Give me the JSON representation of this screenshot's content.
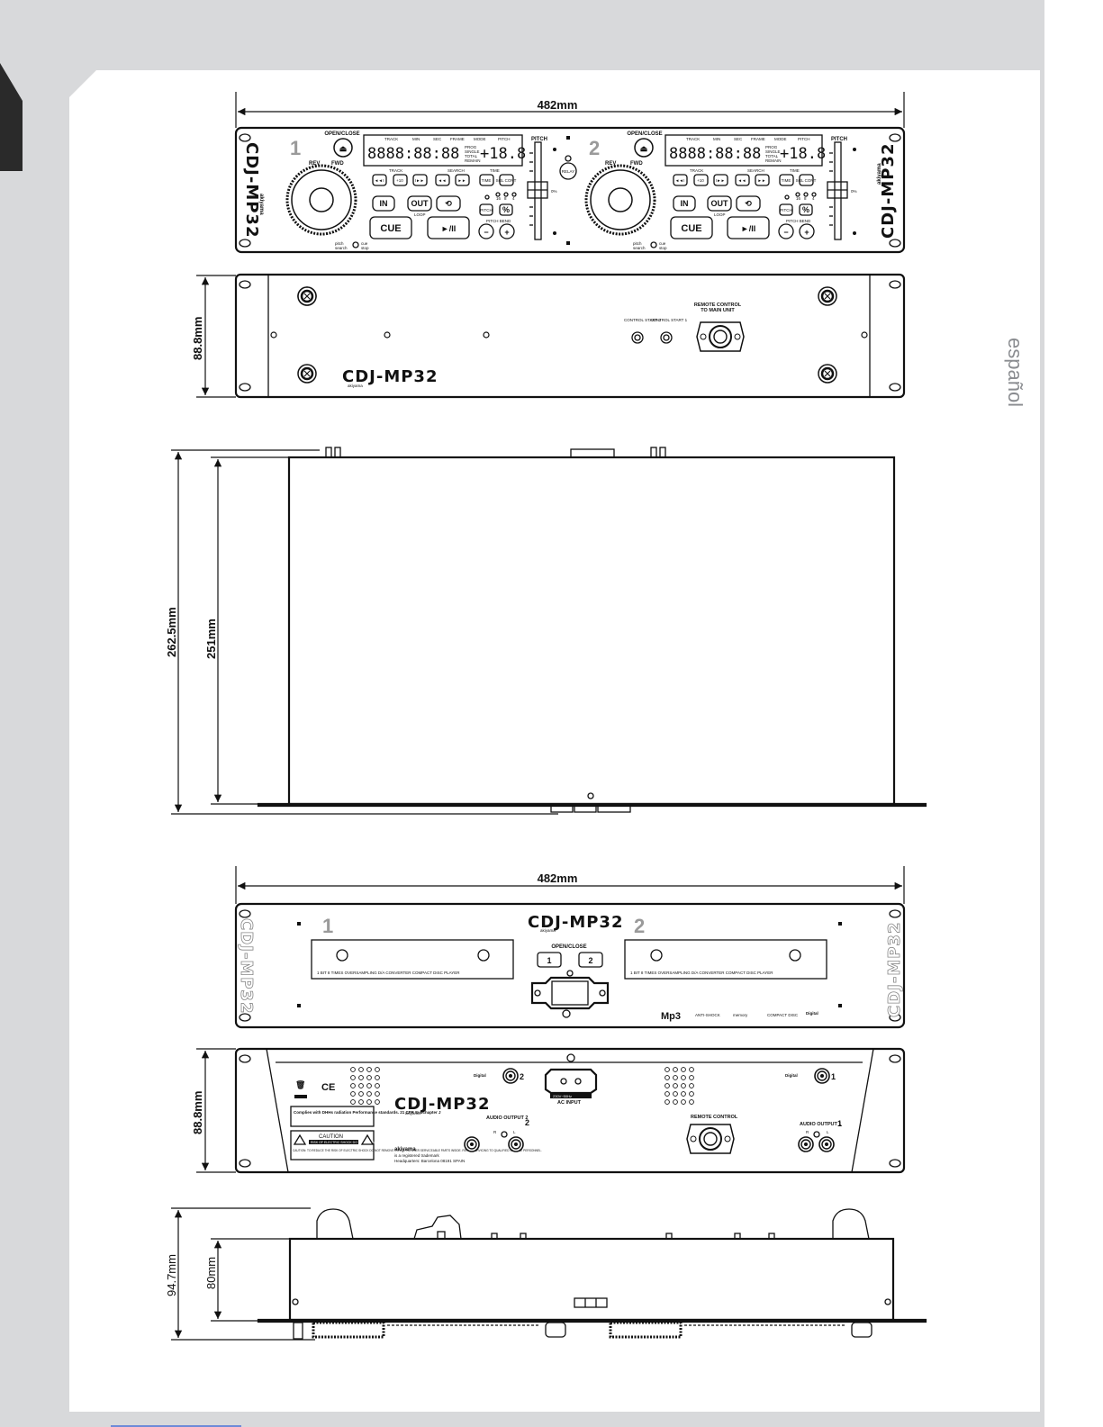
{
  "page": {
    "side_label": "español"
  },
  "dimensions": {
    "front_width": "482mm",
    "rear_width": "482mm",
    "front_height": "88.8mm",
    "rear_height": "88.8mm",
    "depth_total": "262.5mm",
    "depth_body": "251mm",
    "side_total_height": "94.7mm",
    "side_body_height": "80mm"
  },
  "brand": {
    "model": "CDJ-MP32",
    "maker": "akiyama"
  },
  "top_panel": {
    "deck_numbers": [
      "1",
      "2"
    ],
    "open_close": "OPEN/CLOSE",
    "rev": "REV",
    "fwd": "FWD",
    "pitch": "PITCH",
    "relay": "RELAY",
    "lcd_digits": "8888:88:88",
    "lcd_pitch": "+18.8",
    "lcd_header": [
      "TRACK",
      "MIN",
      "SEC",
      "FRAME",
      "MODE",
      "PITCH"
    ],
    "lcd_modes": [
      "PROG",
      "SINGLE",
      "TOTAL",
      "REMAIN"
    ],
    "section_track": "TRACK",
    "section_search": "SEARCH",
    "section_time": "TIME",
    "section_loop": "LOOP",
    "btn_plus10": "+10",
    "btn_time": "TIME",
    "btn_sgl_cont": "SGL CONT",
    "btn_in": "IN",
    "btn_out": "OUT",
    "btn_pitch": "PITCH",
    "btn_percent": "%",
    "btn_cue": "CUE",
    "btn_play": "►/II",
    "btn_minus": "−",
    "btn_plus": "+",
    "pitch_bend": "PITCH BEND",
    "pitch_ranges": [
      "16",
      "8",
      "4"
    ],
    "pitch_zero": "0%",
    "jog_mode": [
      "pitch",
      "search"
    ],
    "jog_mode_right": [
      "cue",
      "stop"
    ]
  },
  "rear_connect_panel": {
    "control_start_2": "CONTROL START 2",
    "control_start_1": "CONTROL START 1",
    "remote_title": "REMOTE CONTROL",
    "remote_subtitle": "TO MAIN UNIT"
  },
  "front_panel": {
    "open_close": "OPEN/CLOSE",
    "drawer_buttons": [
      "1",
      "2"
    ],
    "deck_numbers": [
      "1",
      "2"
    ],
    "drawer_caption": "1 BIT 8 TIMES OVERSAMPLING D/A CONVERTER COMPACT DISC PLAYER",
    "logos": [
      "Mp3",
      "ANTI-SHOCK",
      "memory",
      "COMPACT DISC",
      "Digital"
    ]
  },
  "rear_panel": {
    "digital_label": "Digital",
    "ac_input": "AC INPUT",
    "voltage": "230V~50Hz",
    "audio_output_1": "AUDIO OUTPUT 1",
    "audio_output_2": "AUDIO OUTPUT 2",
    "remote_control": "REMOTE CONTROL",
    "channel_r": "R",
    "channel_l": "L",
    "output_numbers": [
      "1",
      "2"
    ],
    "compliance": "Complies with DHHs radiation Performance standards. 21 CFR Subchapter J",
    "caution": "CAUTION",
    "caution_sub": "RISK OF ELECTRIC SHOCK DO NOT OPEN",
    "caution_text": "CAUTION: TO REDUCE THE RISK OF ELECTRIC SHOCK DO NOT REMOVE COVER. NO USER SERVICEABLE PARTS INSIDE. REFER SERVICING TO QUALIFIED SERVICE PERSONNEL.",
    "ce": "CE",
    "trademark_line1": "is a registered trademark",
    "trademark_line2": "Headquarters: Barcelona 08191 SPAIN"
  },
  "colors": {
    "page_bg": "#d8d9db",
    "sheet": "#ffffff",
    "ink": "#111111",
    "deck_number": "#9a9a9a",
    "side_label": "#8a8c90"
  }
}
